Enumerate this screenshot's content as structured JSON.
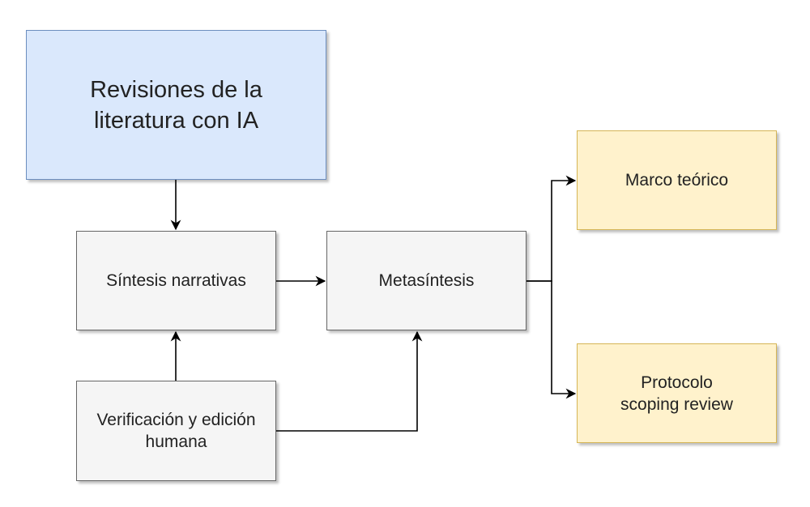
{
  "nodes": {
    "main": {
      "label": "Revisiones de la\nliteratura con IA",
      "fill": "#dae8fc",
      "stroke": "#6c8ebf"
    },
    "sintesis": {
      "label": "Síntesis narrativas",
      "fill": "#f5f5f5",
      "stroke": "#666666"
    },
    "meta": {
      "label": "Metasíntesis",
      "fill": "#f5f5f5",
      "stroke": "#666666"
    },
    "verificacion": {
      "label": "Verificación y edición\nhumana",
      "fill": "#f5f5f5",
      "stroke": "#666666"
    },
    "marco": {
      "label": "Marco teórico",
      "fill": "#fff2cc",
      "stroke": "#d6b656"
    },
    "protocolo": {
      "label": "Protocolo\nscoping review",
      "fill": "#fff2cc",
      "stroke": "#d6b656"
    }
  },
  "edges": [
    {
      "from": "main",
      "to": "sintesis"
    },
    {
      "from": "verificacion",
      "to": "sintesis"
    },
    {
      "from": "sintesis",
      "to": "meta"
    },
    {
      "from": "verificacion",
      "to": "meta"
    },
    {
      "from": "meta",
      "to": "marco"
    },
    {
      "from": "meta",
      "to": "protocolo"
    }
  ]
}
